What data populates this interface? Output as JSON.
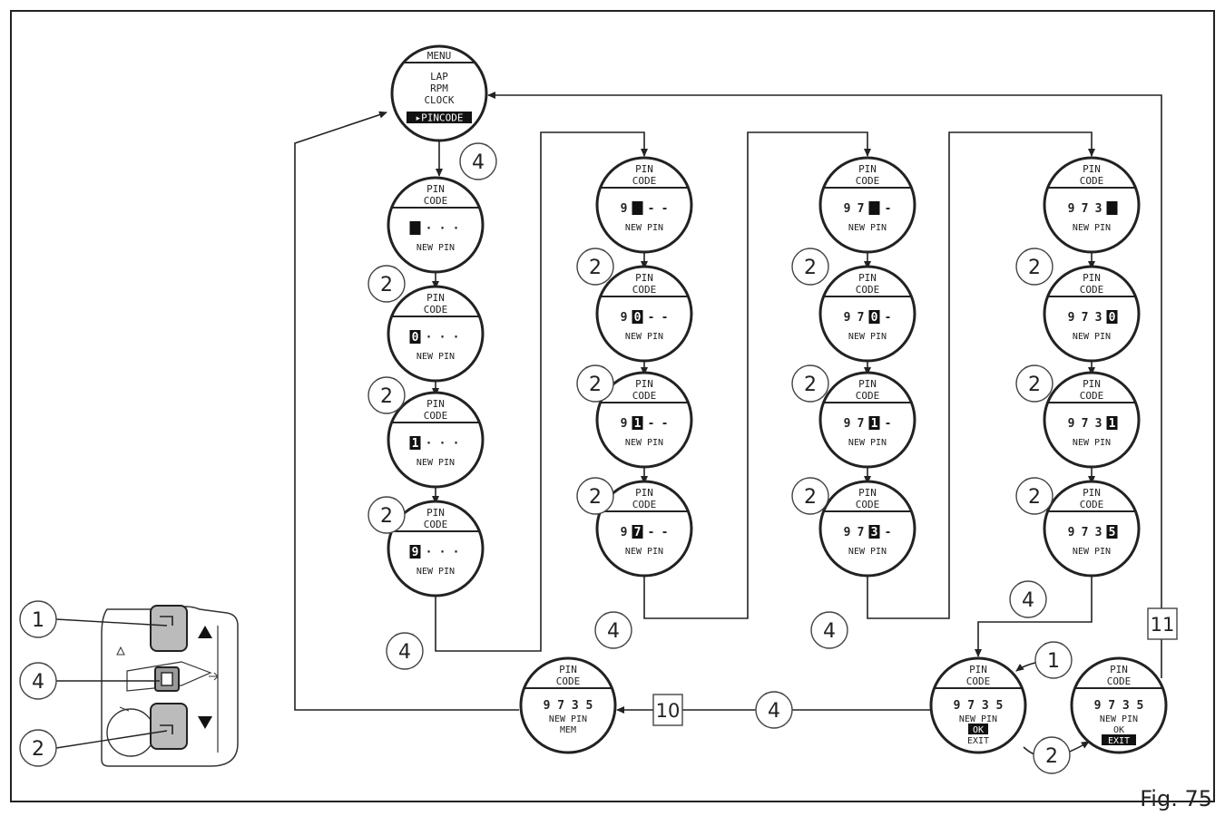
{
  "figure_label": "Fig. 75",
  "menu": {
    "title": "MENU",
    "items": [
      "LAP",
      "RPM",
      "CLOCK"
    ],
    "selected": "PINCODE"
  },
  "screen_header": [
    "PIN",
    "CODE"
  ],
  "new_pin_text": "NEW PIN",
  "columns": [
    [
      {
        "digits": [
          "■",
          "·",
          "·",
          "·"
        ],
        "hl": 0
      },
      {
        "digits": [
          "0",
          "·",
          "·",
          "·"
        ],
        "hl": 0
      },
      {
        "digits": [
          "1",
          "·",
          "·",
          "·"
        ],
        "hl": 0
      },
      {
        "digits": [
          "9",
          "·",
          "·",
          "·"
        ],
        "hl": 0
      }
    ],
    [
      {
        "digits": [
          "9",
          "■",
          "-",
          "-"
        ],
        "hl": 1
      },
      {
        "digits": [
          "9",
          "0",
          "-",
          "-"
        ],
        "hl": 1
      },
      {
        "digits": [
          "9",
          "1",
          "-",
          "-"
        ],
        "hl": 1
      },
      {
        "digits": [
          "9",
          "7",
          "-",
          "-"
        ],
        "hl": 1
      }
    ],
    [
      {
        "digits": [
          "9",
          "7",
          "■",
          "-"
        ],
        "hl": 2
      },
      {
        "digits": [
          "9",
          "7",
          "0",
          "-"
        ],
        "hl": 2
      },
      {
        "digits": [
          "9",
          "7",
          "1",
          "-"
        ],
        "hl": 2
      },
      {
        "digits": [
          "9",
          "7",
          "3",
          "-"
        ],
        "hl": 2
      }
    ],
    [
      {
        "digits": [
          "9",
          "7",
          "3",
          "■"
        ],
        "hl": 3
      },
      {
        "digits": [
          "9",
          "7",
          "3",
          "0"
        ],
        "hl": 3
      },
      {
        "digits": [
          "9",
          "7",
          "3",
          "1"
        ],
        "hl": 3
      },
      {
        "digits": [
          "9",
          "7",
          "3",
          "5"
        ],
        "hl": 3
      }
    ]
  ],
  "final_screens": {
    "ok": {
      "code": "9 7 3 5",
      "lines": [
        "NEW PIN",
        "OK",
        "EXIT"
      ],
      "highlight": "OK"
    },
    "exit": {
      "code": "9 7 3 5",
      "lines": [
        "NEW PIN",
        "OK",
        "EXIT"
      ],
      "highlight": "EXIT"
    },
    "mem": {
      "code": "9 7 3 5",
      "lines": [
        "NEW PIN",
        "MEM"
      ]
    }
  },
  "step_labels": {
    "menu_to_entry": "4",
    "digit_down": "2",
    "next_digit": "4",
    "confirm": "4",
    "select_ok": "1",
    "select_exit": "2",
    "store": "10",
    "cancel": "11"
  },
  "keypad_labels": [
    "1",
    "4",
    "2"
  ]
}
